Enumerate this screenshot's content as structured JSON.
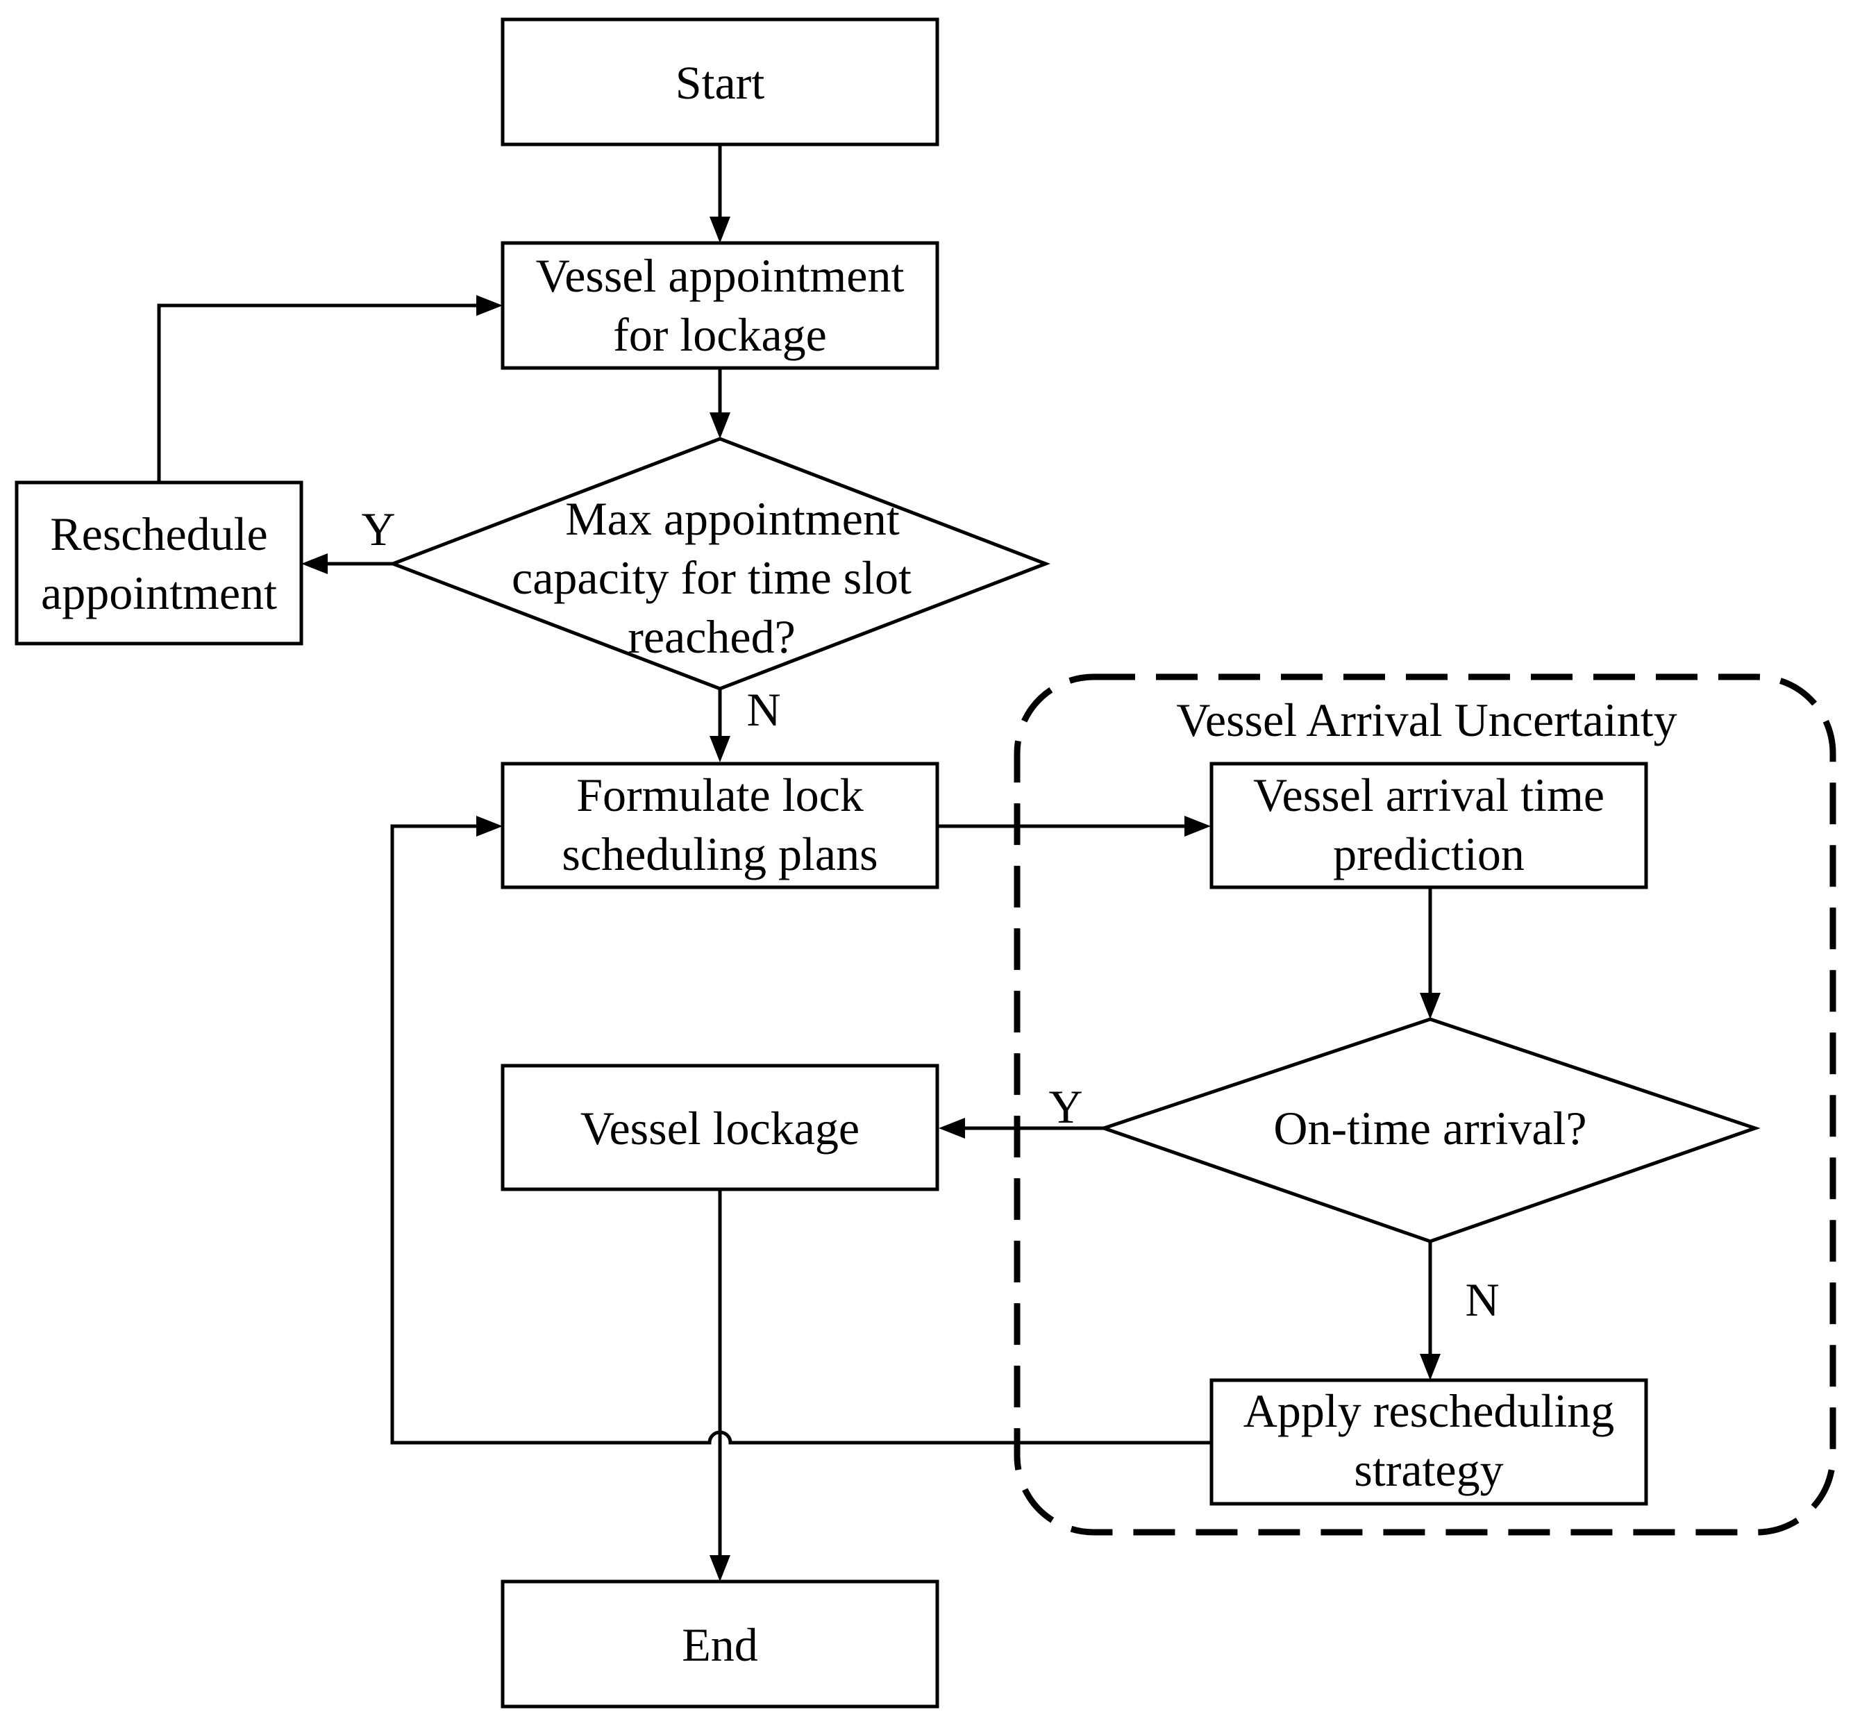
{
  "diagram": {
    "nodes": {
      "start": {
        "text": "Start"
      },
      "appointment": {
        "line1": "Vessel appointment",
        "line2": "for lockage"
      },
      "capacity_check": {
        "line1": "Max appointment",
        "line2": "capacity for time slot",
        "line3": "reached?"
      },
      "reschedule": {
        "line1": "Reschedule",
        "line2": "appointment"
      },
      "formulate": {
        "line1": "Formulate lock",
        "line2": "scheduling plans"
      },
      "prediction": {
        "line1": "Vessel arrival time",
        "line2": "prediction"
      },
      "ontime_check": {
        "text": "On-time arrival?"
      },
      "lockage": {
        "text": "Vessel lockage"
      },
      "apply": {
        "line1": "Apply rescheduling",
        "line2": "strategy"
      },
      "end": {
        "text": "End"
      }
    },
    "group": {
      "title": "Vessel Arrival Uncertainty"
    },
    "edge_labels": {
      "capacity_yes": "Y",
      "capacity_no": "N",
      "ontime_yes": "Y",
      "ontime_no": "N"
    }
  }
}
